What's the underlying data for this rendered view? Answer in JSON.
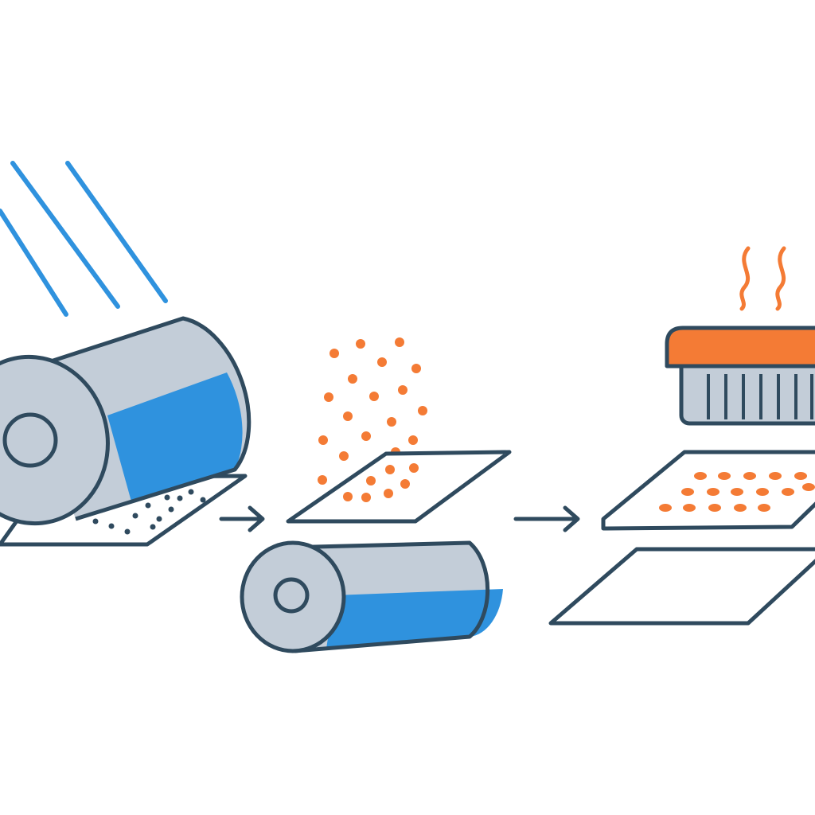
{
  "colors": {
    "outline": "#2f4a5e",
    "roll_gray": "#c3cdd8",
    "roll_blue": "#2f92de",
    "roll_blue_light": "#4ba6e6",
    "sheet_fill": "#ffffff",
    "sheet_shadow": "#d4dbe3",
    "particle_orange": "#f47b35",
    "light_ray_blue": "#2f92de",
    "heater_orange": "#f47b35",
    "heater_gray": "#c3cdd8",
    "background": "#ffffff"
  },
  "icons": [
    "light-ray-icon",
    "film-roll-icon",
    "film-sheet-icon",
    "arrow-right-icon",
    "particle-spray-icon",
    "heater-icon",
    "heat-wave-icon"
  ],
  "steps": [
    {
      "id": "step-1",
      "icon": "film-roll-icon"
    },
    {
      "id": "step-2",
      "icon": "particle-spray-icon"
    },
    {
      "id": "step-3",
      "icon": "heater-icon"
    }
  ]
}
